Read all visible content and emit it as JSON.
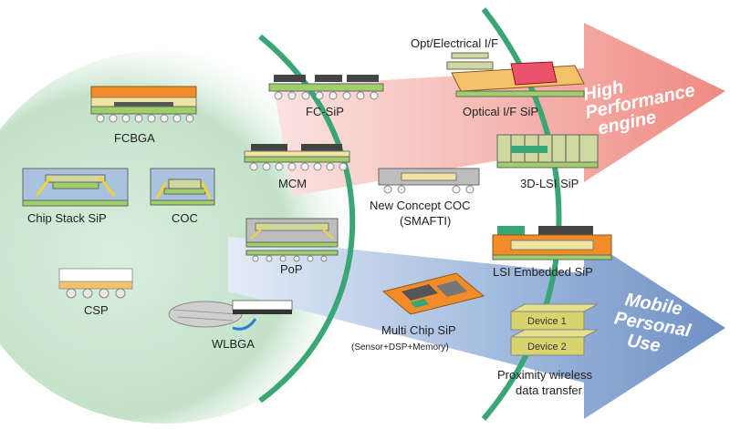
{
  "arrows": {
    "high_performance": "High\nPerformance\nengine",
    "mobile_personal": "Mobile\nPersonal\nUse"
  },
  "packages": {
    "fcbga": "FCBGA",
    "chip_stack_sip": "Chip Stack SiP",
    "coc": "COC",
    "csp": "CSP",
    "wlbga": "WLBGA",
    "fc_sip": "FC-SiP",
    "mcm": "MCM",
    "pop": "PoP",
    "opt_electrical_if": "Opt/Electrical I/F",
    "optical_if_sip": "Optical I/F SiP",
    "lsi_3d_sip": "3D-LSI SiP",
    "new_concept_coc_line1": "New Concept COC",
    "new_concept_coc_line2": "(SMAFTI)",
    "lsi_embedded_sip": "LSI Embedded SiP",
    "multi_chip_sip_line1": "Multi Chip SiP",
    "multi_chip_sip_line2": "(Sensor+DSP+Memory)",
    "device1": "Device 1",
    "device2": "Device 2",
    "proximity_line1": "Proximity wireless",
    "proximity_line2": "data transfer"
  },
  "colors": {
    "green_zone": "#c9e4cf",
    "red_arrow": "#f19a93",
    "blue_arrow": "#7f9fcc",
    "arc": "#3aa675"
  }
}
